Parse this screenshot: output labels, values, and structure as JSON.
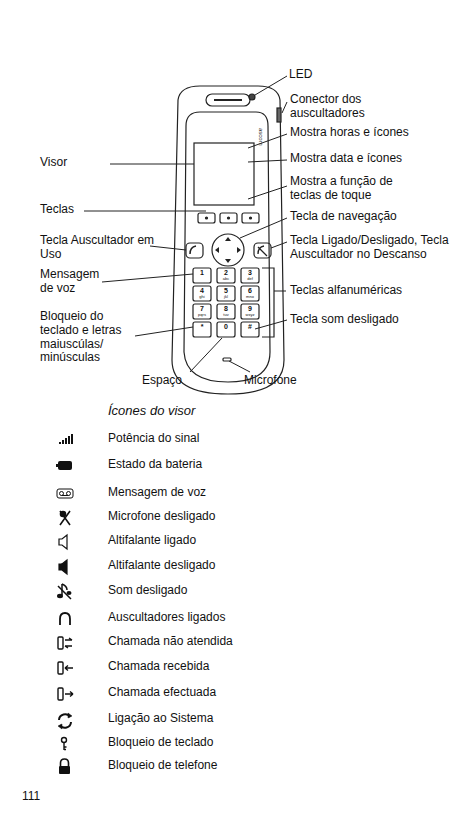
{
  "diagram": {
    "labels": [
      "LED",
      "Conector dos auscultadores",
      "Mostra horas e ícones",
      "Mostra data e ícones",
      "Mostra a função de teclas de toque",
      "Tecla de navegação",
      "Tecla Ligado/Desligado, Tecla Auscultador no Descanso",
      "Teclas alfanuméricas",
      "Tecla som desligado",
      "Visor",
      "Teclas",
      "Tecla Auscultador em Uso",
      "Mensagem de voz",
      "Bloqueio do teclado e letras maiuscúlas/ minúsculas",
      "Espaço",
      "Microfone",
      "ascom",
      "1",
      "2",
      "3",
      "4",
      "5",
      "6",
      "7",
      "8",
      "9",
      "*",
      "0",
      "#",
      "abc",
      "def",
      "ghi",
      "jkl",
      "mno",
      "pqrs",
      "tuv",
      "wxyz",
      "Ícones do visor",
      "111"
    ],
    "legend": [
      {
        "text": "Potência do sinal"
      },
      {
        "text": "Estado da bateria"
      },
      {
        "text": "Mensagem de voz"
      },
      {
        "text": "Microfone desligado"
      },
      {
        "text": "Altifalante ligado"
      },
      {
        "text": "Altifalante desligado"
      },
      {
        "text": "Som desligado"
      },
      {
        "text": "Auscultadores ligados"
      },
      {
        "text": "Chamada não atendida"
      },
      {
        "text": "Chamada recebida"
      },
      {
        "text": "Chamada efectuada"
      },
      {
        "text": "Ligação ao Sistema"
      },
      {
        "text": "Bloqueio de teclado"
      },
      {
        "text": "Bloqueio de telefone"
      }
    ]
  }
}
